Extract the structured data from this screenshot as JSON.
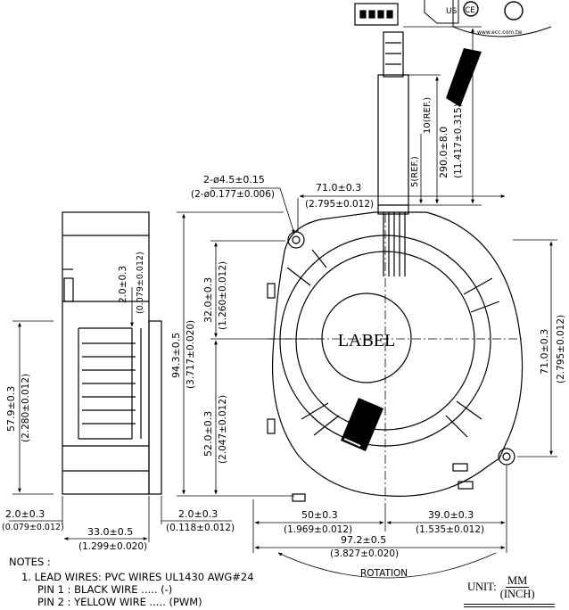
{
  "label_text": "LABEL",
  "rotation_text": "ROTATION",
  "dimensions": {
    "hole_mm": "2-ø4.5±0.15",
    "hole_in": "(2-ø0.177±0.006)",
    "width_top_mm": "71.0±0.3",
    "width_top_in": "(2.795±0.012)",
    "lead_len_mm": "290.0±8.0",
    "lead_len_in": "(11.417±0.315)",
    "ref10": "10(REF.)",
    "ref5": "5(REF.)",
    "side_height_mm": "57.9±0.3",
    "side_height_in": "(2.280±0.012)",
    "side_tab_mm": "2.0±0.3",
    "side_tab_in": "(0.079±0.012)",
    "total_height_mm": "94.3±0.5",
    "total_height_in": "(3.717±0.020)",
    "upper_mm": "32.0±0.3",
    "upper_in": "(1.260±0.012)",
    "lower_mm": "52.0±0.3",
    "lower_in": "(2.047±0.012)",
    "right_height_mm": "71.0±0.3",
    "right_height_in": "(2.795±0.012)",
    "bottom_left_mm": "2.0±0.3",
    "bottom_left_in": "(0.079±0.012)",
    "depth_mm": "33.0±0.5",
    "depth_in": "(1.299±0.020)",
    "gap_mm": "2.0±0.3",
    "gap_in": "(0.118±0.012)",
    "dist50_mm": "50±0.3",
    "dist50_in": "(1.969±0.012)",
    "dist39_mm": "39.0±0.3",
    "dist39_in": "(1.535±0.012)",
    "overall_mm": "97.2±0.5",
    "overall_in": "(3.827±0.020)"
  },
  "cert": {
    "us": "US",
    "ce": "CE",
    "web": "www.ecc.com.tw"
  },
  "notes": {
    "title": "NOTES :",
    "line1": "1. LEAD WIRES: PVC WIRES UL1430 AWG#24",
    "line2": "PIN 1 : BLACK WIRE ..... (-)",
    "line3": "PIN 2 : YELLOW WIRE ..... (PWM)"
  },
  "unit": {
    "prefix": "UNIT:",
    "top": "MM",
    "bottom": "(INCH)"
  }
}
